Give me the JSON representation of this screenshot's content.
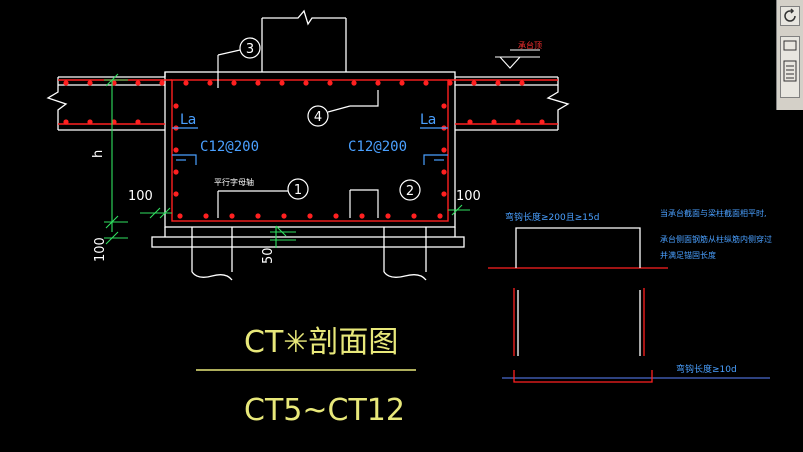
{
  "labels": {
    "la_left": "La",
    "la_right": "La",
    "rebar_left": "C12@200",
    "rebar_right": "C12@200",
    "dim_h": "h",
    "dim_100_left": "100",
    "dim_100_right": "100",
    "dim_100_bottom": "100",
    "dim_50": "50",
    "callout_1": "1",
    "callout_2": "2",
    "callout_3": "3",
    "callout_4": "4",
    "note_flat": "平行字母轴",
    "grade_mark": "承台顶",
    "detail_top": "弯钩长度≥200且≥15d",
    "detail_bottom": "弯钩长度≥10d",
    "detail_note_1": "当承台截面与梁柱截面相平时,",
    "detail_note_2": "承台侧面钢筋从柱纵筋内侧穿过",
    "detail_note_3": "并满足锚固长度",
    "title": "CT✳剖面图",
    "subtitle": "CT5~CT12"
  },
  "colors": {
    "background": "#000000",
    "outline": "#ffffff",
    "rebar": "#ff2020",
    "dimension": "#30e060",
    "annotation": "#4aa0ff",
    "title_text": "#e8e87a"
  },
  "icons": [
    "refresh-icon",
    "properties-icon"
  ]
}
